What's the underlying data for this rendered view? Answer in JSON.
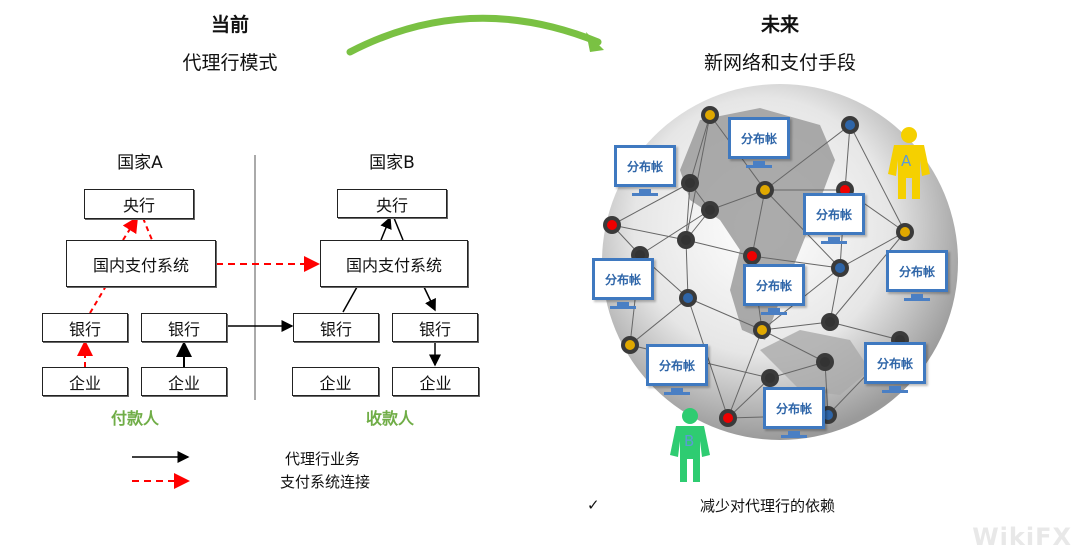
{
  "header": {
    "current": {
      "title": "当前",
      "subtitle": "代理行模式"
    },
    "future": {
      "title": "未来",
      "subtitle": "新网络和支付手段"
    }
  },
  "countries": {
    "a": {
      "label": "国家A",
      "central_bank": "央行",
      "payment_system": "国内支付系统",
      "banks": [
        "银行",
        "银行"
      ],
      "companies": [
        "企业",
        "企业"
      ],
      "role": "付款人"
    },
    "b": {
      "label": "国家B",
      "central_bank": "央行",
      "payment_system": "国内支付系统",
      "banks": [
        "银行",
        "银行"
      ],
      "companies": [
        "企业",
        "企业"
      ],
      "role": "收款人"
    }
  },
  "legend": {
    "items": [
      {
        "label": "代理行业务",
        "style": "solid",
        "color": "#000000"
      },
      {
        "label": "支付系统连接",
        "style": "dashed",
        "color": "#ff0000"
      }
    ]
  },
  "network": {
    "ledger_label": "分布帐",
    "ledger_count": 9,
    "persons": [
      {
        "label": "A",
        "color": "#f5d000"
      },
      {
        "label": "B",
        "color": "#2ecc71"
      }
    ]
  },
  "benefit": {
    "check": "✓",
    "text": "减少对代理行的依赖"
  },
  "colors": {
    "accent_green": "#70ad47",
    "arrow_green": "#7ac143",
    "ledger_blue": "#3f79c0",
    "dashed_red": "#ff0000"
  },
  "watermark": "WikiFX"
}
